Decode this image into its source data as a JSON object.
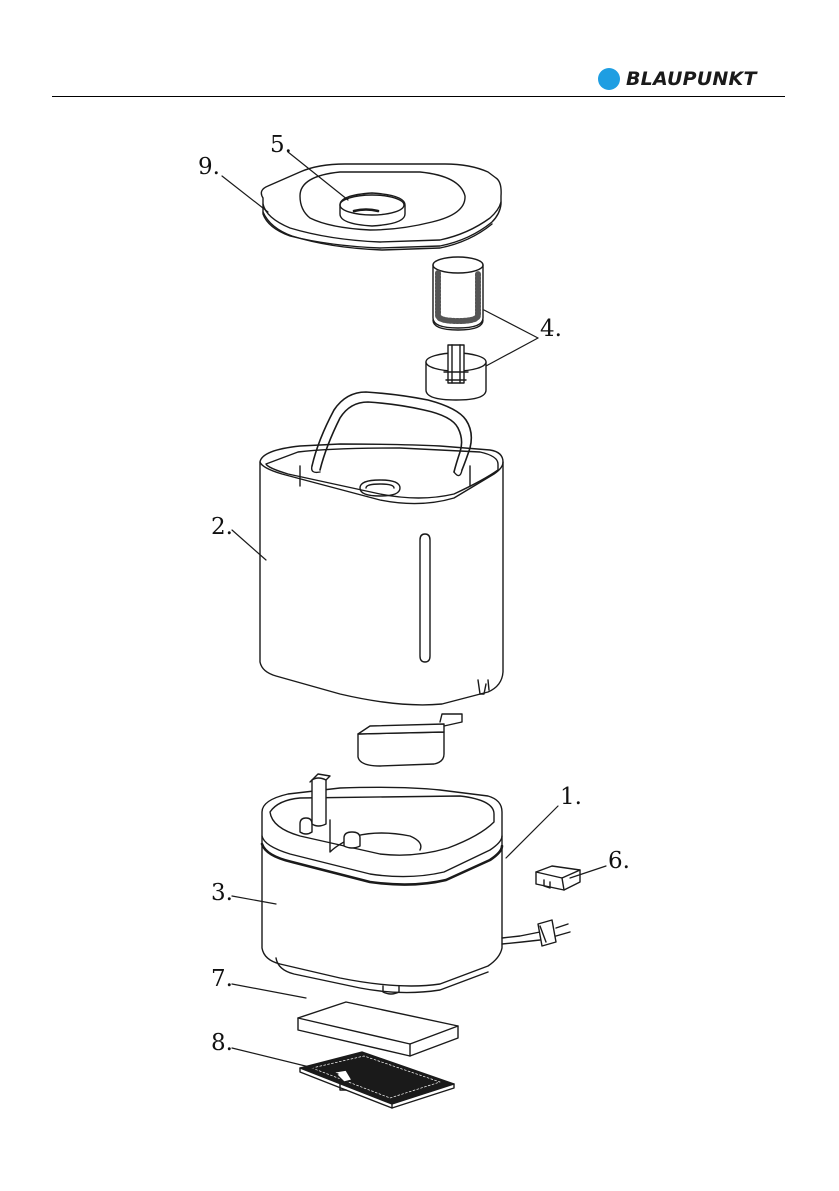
{
  "brand": {
    "name": "BLAUPUNKT",
    "dot_color": "#1e9ee2",
    "text_color": "#1a1a1a"
  },
  "diagram": {
    "line_color": "#1a1a1a",
    "callouts": [
      {
        "id": "1",
        "label": "1."
      },
      {
        "id": "2",
        "label": "2."
      },
      {
        "id": "3",
        "label": "3."
      },
      {
        "id": "4",
        "label": "4."
      },
      {
        "id": "5",
        "label": "5."
      },
      {
        "id": "6",
        "label": "6."
      },
      {
        "id": "7",
        "label": "7."
      },
      {
        "id": "8",
        "label": "8."
      },
      {
        "id": "9",
        "label": "9."
      }
    ]
  }
}
